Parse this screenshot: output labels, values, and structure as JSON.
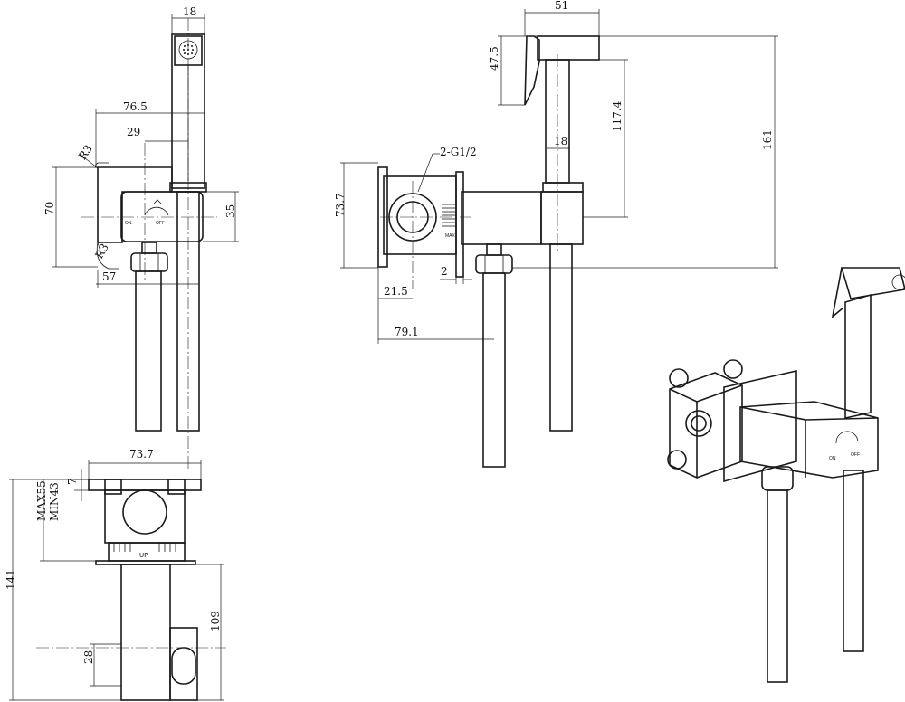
{
  "dimensions": {
    "front": {
      "width_18": "18",
      "width_76_5": "76.5",
      "width_29": "29",
      "radius_top": "R3",
      "radius_bottom": "R3",
      "height_70": "70",
      "height_35": "35",
      "width_57": "57"
    },
    "side": {
      "width_51": "51",
      "height_47_5": "47.5",
      "height_117_4": "117.4",
      "height_161": "161",
      "thread": "2-G1/2",
      "diameter_18": "18",
      "height_73_7": "73.7",
      "gap_2": "2",
      "width_21_5": "21.5",
      "width_79_1": "79.1"
    },
    "bottom": {
      "width_73_7": "73.7",
      "depth_7": "7",
      "range_max": "MAX55",
      "range_min": "MIN43",
      "height_141": "141",
      "height_109": "109",
      "height_28": "28"
    }
  },
  "valve_labels": {
    "on": "ON",
    "off": "OFF",
    "max": "MAX",
    "up": "UP"
  }
}
